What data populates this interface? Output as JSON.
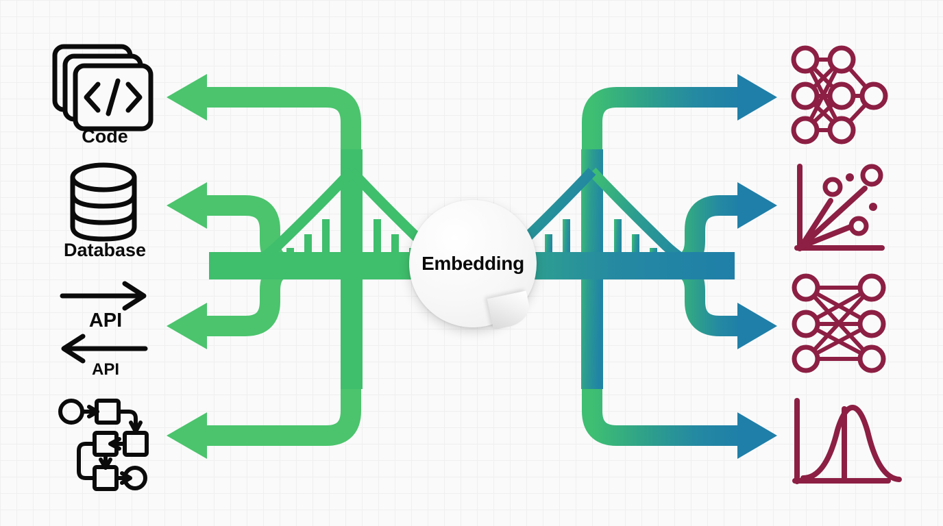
{
  "diagram": {
    "title": "Embedding bridge diagram",
    "center_badge": {
      "label": "Embedding"
    },
    "colors": {
      "green": "#4BC46D",
      "green_dark": "#3BB863",
      "teal": "#2E9E8C",
      "blue": "#2081A6",
      "maroon": "#8C1F43",
      "ink": "#0B0B0B",
      "grid_line": "#E9E9E9",
      "background": "#FAFAFA"
    }
  },
  "left_sources": [
    {
      "id": "code",
      "label": "Code",
      "icon": "code-stack-icon"
    },
    {
      "id": "database",
      "label": "Database",
      "icon": "database-cylinder-icon"
    },
    {
      "id": "api",
      "label": "API",
      "icon": "api-arrow-right-icon"
    },
    {
      "id": "api_in",
      "label": "API",
      "icon": "api-arrow-left-icon"
    },
    {
      "id": "workflow",
      "label": "",
      "icon": "workflow-flowchart-icon"
    }
  ],
  "right_outputs": [
    {
      "id": "neural_network",
      "label": "",
      "icon": "neural-network-icon"
    },
    {
      "id": "vector_space",
      "label": "",
      "icon": "vector-scatter-plot-icon"
    },
    {
      "id": "bipartite_graph",
      "label": "",
      "icon": "bipartite-graph-icon"
    },
    {
      "id": "distribution_curve",
      "label": "",
      "icon": "bell-curve-icon"
    }
  ],
  "arrows": {
    "left_count": 4,
    "right_count": 4,
    "left_direction": "left",
    "right_direction": "right"
  },
  "bridge": {
    "towers": 2,
    "description": "suspension bridge spanning to the embedding badge"
  }
}
